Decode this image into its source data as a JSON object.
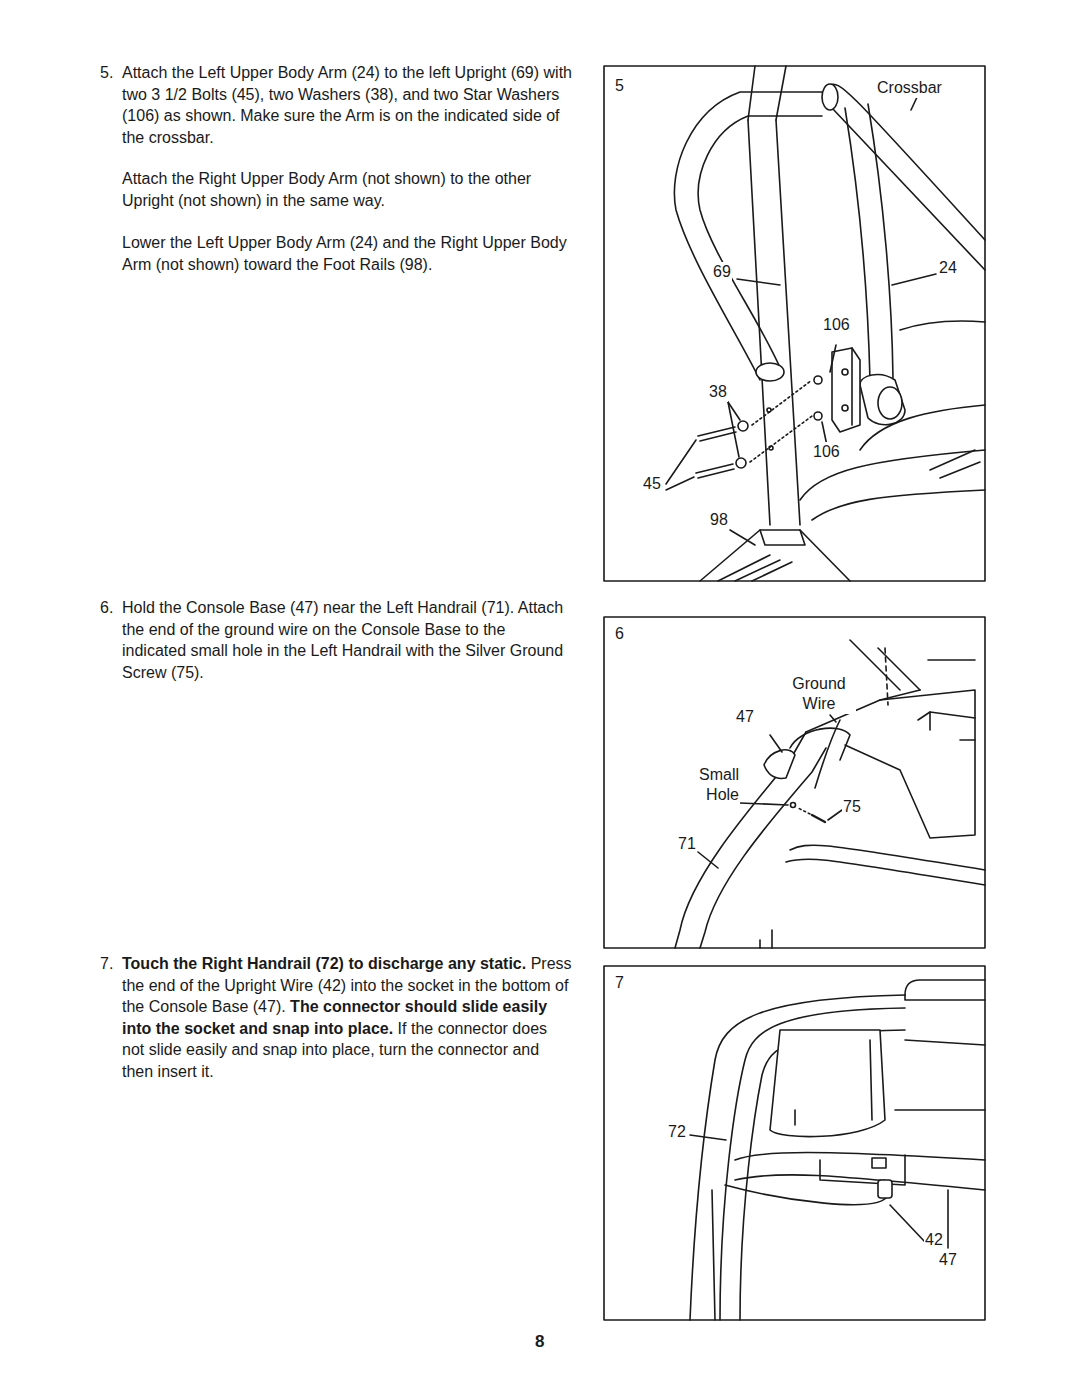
{
  "diagram": {
    "labels": [
      "5.",
      "Attach the Left Upper Body Arm (24) to the left Upright (69) with two 3 1/2 Bolts (45), two Washers (38), and two Star Washers (106) as shown. Make sure the Arm is on the indicated side of the crossbar.",
      "Attach the Right Upper Body Arm (not shown) to the other Upright (not shown) in the same way.",
      "Lower the Left Upper Body Arm (24) and the Right Upper Body Arm (not shown) toward the Foot Rails (98).",
      "5",
      "Crossbar",
      "69",
      "24",
      "106",
      "38",
      "106",
      "45",
      "98",
      "6.",
      "Hold the Console Base (47) near the Left Handrail (71). Attach the end of the ground wire on the Console Base to the indicated small hole in the Left Handrail with the Silver Ground Screw (75).",
      "6",
      "Ground Wire",
      "47",
      "Small Hole",
      "75",
      "71",
      "7.",
      "Touch the Right Handrail (72) to discharge any static.",
      "Press the end of the Upright Wire (42) into the socket in the bottom of the Console Base (47).",
      "The connector should slide easily into the socket and snap into place.",
      "If the connector does not slide easily and snap into place, turn the connector and then insert it.",
      "7",
      "72",
      "42",
      "47",
      "8"
    ]
  }
}
